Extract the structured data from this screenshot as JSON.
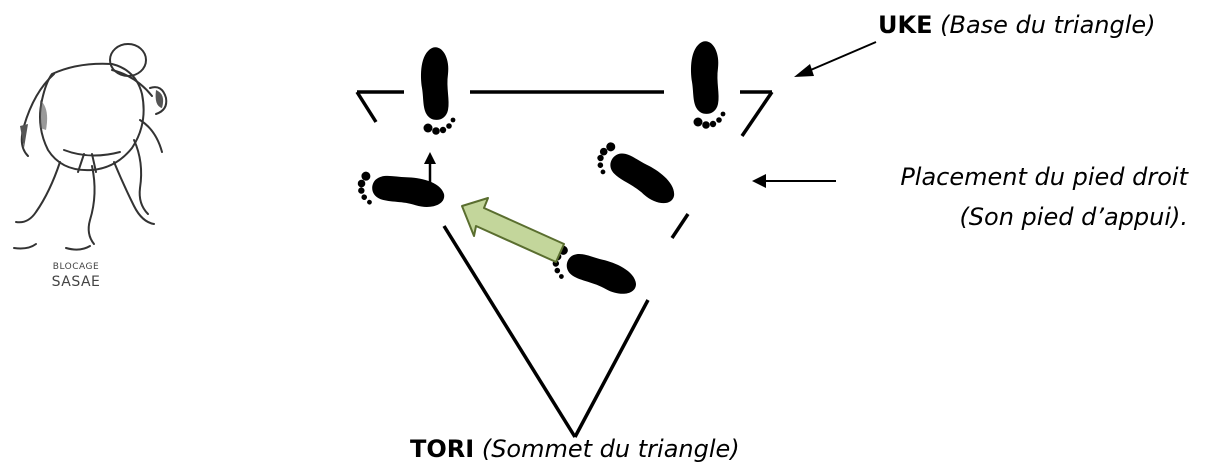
{
  "labels": {
    "uke_bold": "UKE",
    "uke_italic": "(Base du triangle)",
    "placement_line1": "Placement du pied droit",
    "placement_line2": "(Son pied d’appui).",
    "tori_bold": "TORI",
    "tori_italic": "(Sommet du triangle)"
  },
  "illustration": {
    "caption_small": "BLOCAGE",
    "caption_big": "SASAE"
  },
  "colors": {
    "line": "#000000",
    "arrow_fill": "#c3d69b",
    "arrow_stroke": "#5a6e2f",
    "footprint": "#000000"
  },
  "icons": [
    "judo-throw-illustration",
    "footprint-icon",
    "green-move-arrow",
    "pointer-arrow"
  ]
}
